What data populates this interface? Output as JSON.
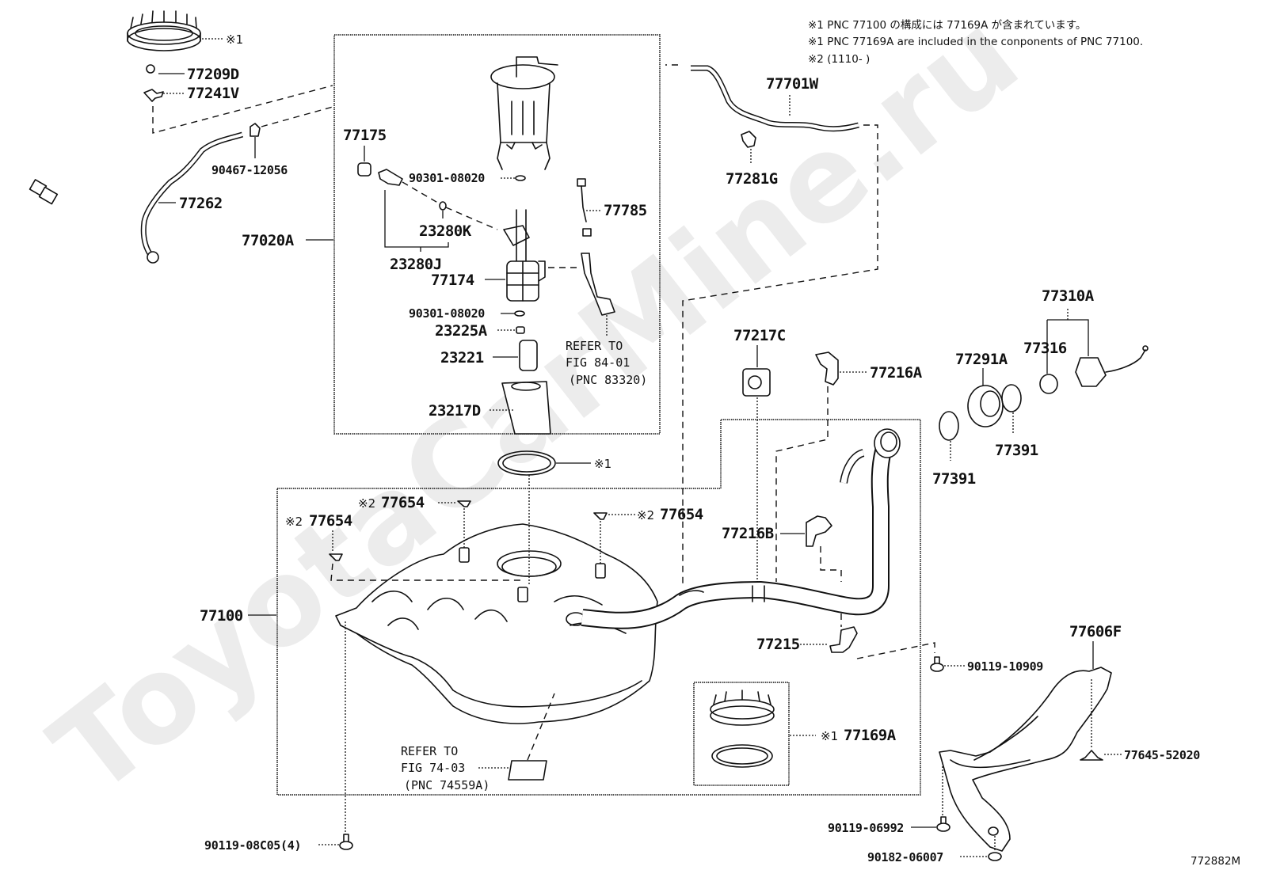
{
  "notes": {
    "line1": "※1 PNC 77100 の構成には 77169A が含まれています。",
    "line2": "※1 PNC 77169A are included in the conponents of PNC 77100.",
    "line3": "※2 (1110-    )"
  },
  "watermark": "ToyotaCarMine.ru",
  "figure_id": "772882M",
  "marks": {
    "ref1": "※1",
    "ref2": "※2"
  },
  "labels": {
    "p77209D": "77209D",
    "p77241V": "77241V",
    "p90467_12056": "90467-12056",
    "p77262": "77262",
    "p77020A": "77020A",
    "p77175": "77175",
    "p90301_08020_top": "90301-08020",
    "p23280K": "23280K",
    "p23280J": "23280J",
    "p77174": "77174",
    "p90301_08020_bottom": "90301-08020",
    "p23225A": "23225A",
    "p23221": "23221",
    "p23217D": "23217D",
    "p77785": "77785",
    "p77701W": "77701W",
    "p77281G": "77281G",
    "p77217C": "77217C",
    "p77216A": "77216A",
    "p77216B": "77216B",
    "p77291A": "77291A",
    "p77310A": "77310A",
    "p77316": "77316",
    "p77391_a": "77391",
    "p77391_b": "77391",
    "p77654_a": "77654",
    "p77654_b": "77654",
    "p77654_c": "77654",
    "p77100": "77100",
    "p77215": "77215",
    "p77169A": "77169A",
    "p90119_10909": "90119-10909",
    "p77606F": "77606F",
    "p77645_52020": "77645-52020",
    "p90119_06992": "90119-06992",
    "p90182_06007": "90182-06007",
    "p90119_08C05": "90119-08C05(4)"
  },
  "references": {
    "fig84": {
      "line1": "REFER TO",
      "line2": "FIG 84-01",
      "line3": "(PNC 83320)"
    },
    "fig74": {
      "line1": "REFER TO",
      "line2": "FIG 74-03",
      "line3": "(PNC 74559A)"
    }
  }
}
